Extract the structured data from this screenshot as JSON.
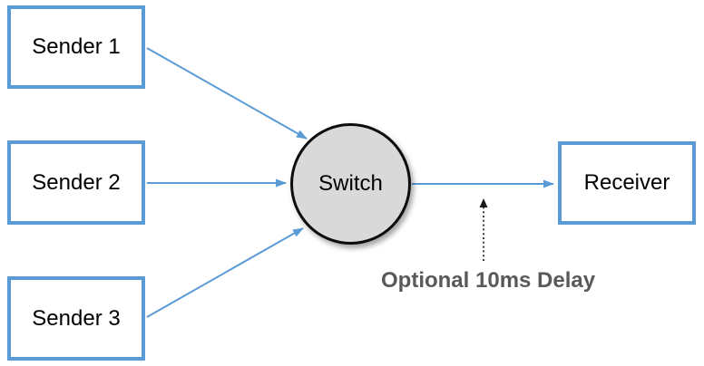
{
  "nodes": {
    "sender1": {
      "label": "Sender 1",
      "shape": "rectangle"
    },
    "sender2": {
      "label": "Sender 2",
      "shape": "rectangle"
    },
    "sender3": {
      "label": "Sender 3",
      "shape": "rectangle"
    },
    "switch": {
      "label": "Switch",
      "shape": "circle"
    },
    "receiver": {
      "label": "Receiver",
      "shape": "rectangle"
    }
  },
  "edges": [
    {
      "from": "sender1",
      "to": "switch",
      "style": "solid-blue-arrow"
    },
    {
      "from": "sender2",
      "to": "switch",
      "style": "solid-blue-arrow"
    },
    {
      "from": "sender3",
      "to": "switch",
      "style": "solid-blue-arrow"
    },
    {
      "from": "switch",
      "to": "receiver",
      "style": "solid-blue-arrow"
    },
    {
      "from": "delay-label",
      "to": "switch-receiver-link",
      "style": "dotted-black-arrow"
    }
  ],
  "annotations": {
    "delay": {
      "label": "Optional 10ms Delay"
    }
  },
  "colors": {
    "background": "#FFFFFF",
    "node_border": "#5B9BD5",
    "arrow": "#5B9BD5",
    "switch_fill": "#D9D9D9",
    "switch_border": "#0D0D0D",
    "node_text": "#000000",
    "annotation_text": "#595959",
    "dotted_arrow": "#1A1A1A"
  }
}
